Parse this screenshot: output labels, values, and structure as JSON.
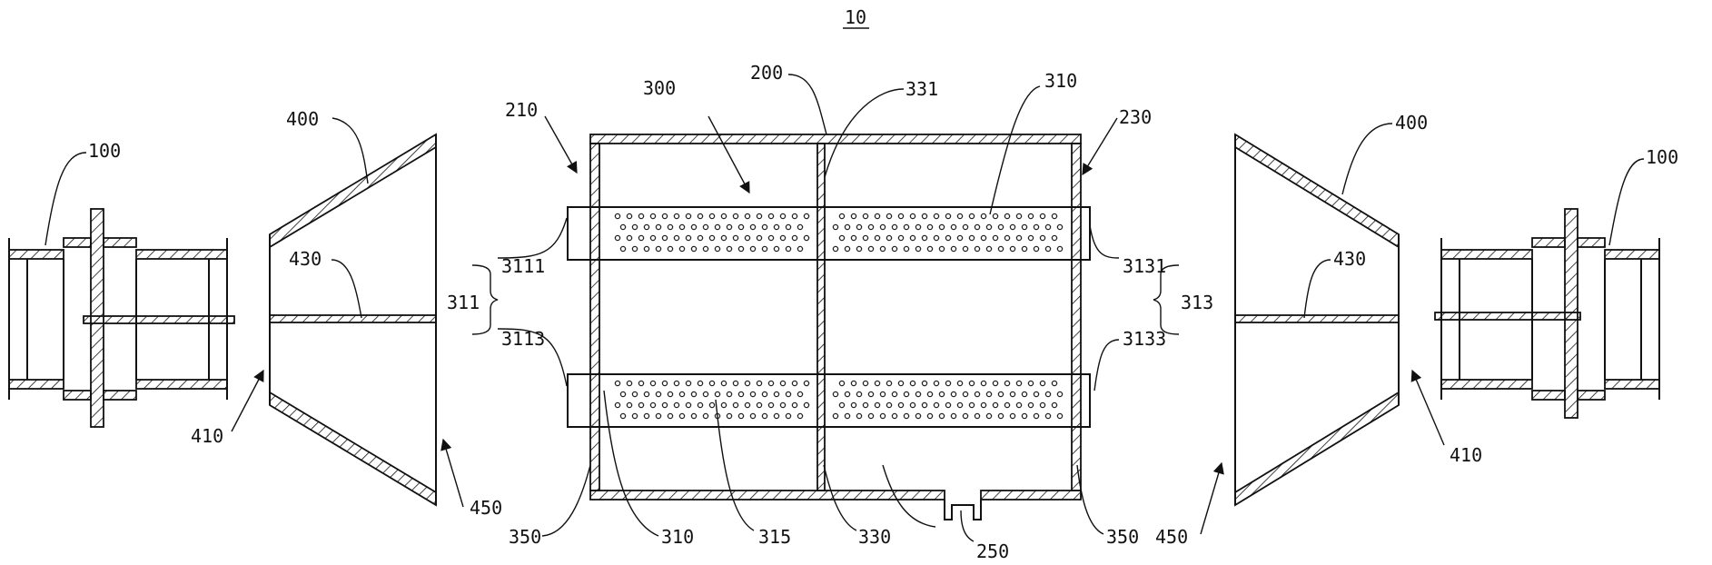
{
  "figure": {
    "number": "10",
    "labels": {
      "l100_left": "100",
      "l100_right": "100",
      "l400_left": "400",
      "l400_right": "400",
      "l430_left": "430",
      "l430_right": "430",
      "l410_left": "410",
      "l410_right": "410",
      "l450_left": "450",
      "l450_right": "450",
      "l200": "200",
      "l210": "210",
      "l230": "230",
      "l250": "250",
      "l300": "300",
      "l310_top": "310",
      "l310_bottom": "310",
      "l311": "311",
      "l3111": "3111",
      "l3113": "3113",
      "l313": "313",
      "l3131": "3131",
      "l3133": "3133",
      "l315": "315",
      "l330": "330",
      "l331": "331",
      "l350_left": "350",
      "l350_right": "350"
    }
  }
}
